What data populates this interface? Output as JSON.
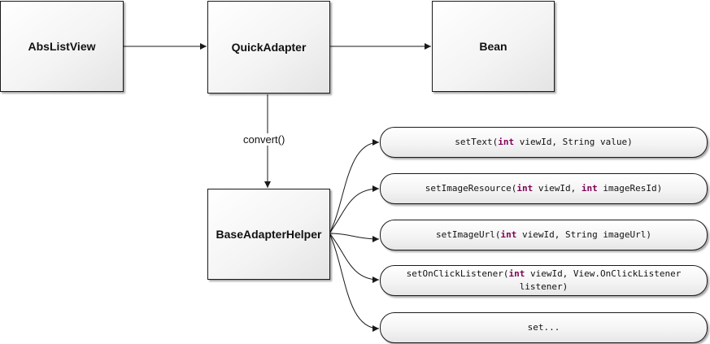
{
  "nodes": {
    "abslistview": "AbsListView",
    "quickadapter": "QuickAdapter",
    "bean": "Bean",
    "baseadapterhelper": "BaseAdapterHelper"
  },
  "edge_label": "convert()",
  "methods": [
    {
      "name": "setText(",
      "kw1": "int",
      "mid": " viewId, String value)",
      "kw2": "",
      "rest": "",
      "line2": ""
    },
    {
      "name": "setImageResource(",
      "kw1": "int",
      "mid": " viewId, ",
      "kw2": "int",
      "rest": " imageResId)",
      "line2": ""
    },
    {
      "name": "setImageUrl(",
      "kw1": "int",
      "mid": " viewId, String imageUrl)",
      "kw2": "",
      "rest": "",
      "line2": ""
    },
    {
      "name": "setOnClickListener(",
      "kw1": "int",
      "mid": " viewId, View.OnClickListener",
      "kw2": "",
      "rest": "",
      "line2": "listener)"
    },
    {
      "name": "set...",
      "kw1": "",
      "mid": "",
      "kw2": "",
      "rest": "",
      "line2": ""
    }
  ]
}
